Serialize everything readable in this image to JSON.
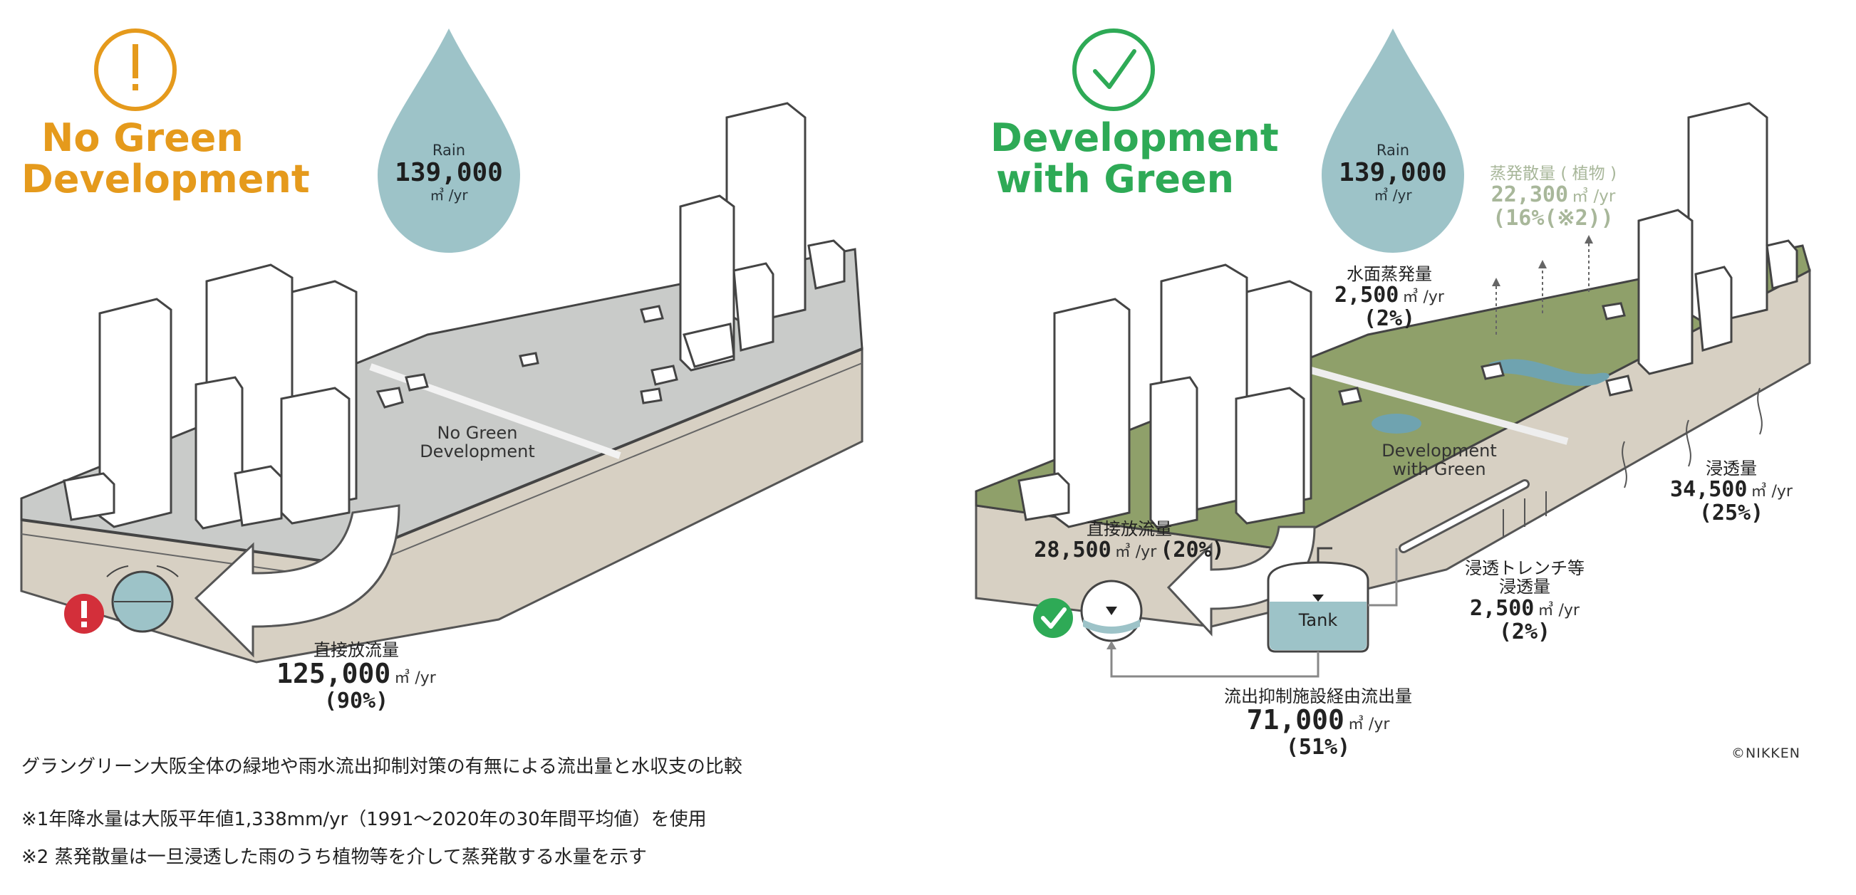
{
  "left": {
    "title_line1": "No Green",
    "title_line2": "Development",
    "title_color": "#e59a1c",
    "icon": "exclamation-circle-icon",
    "rain_label": "Rain",
    "rain_value": "139,000",
    "rain_unit": "㎥ /yr",
    "zone_label_line1": "No Green",
    "zone_label_line2": "Development",
    "runoff_label": "直接放流量",
    "runoff_value": "125,000",
    "runoff_unit": "㎥ /yr",
    "runoff_pct": "(90%)",
    "warning_icon": "warning-icon",
    "warning_color": "#d32f3a"
  },
  "right": {
    "title_line1": "Development",
    "title_line2": "with Green",
    "title_color": "#2eaa56",
    "icon": "check-circle-icon",
    "rain_label": "Rain",
    "rain_value": "139,000",
    "rain_unit": "㎥ /yr",
    "plant_label": "蒸発散量 ( 植物 )",
    "plant_value": "22,300",
    "plant_unit": "㎥ /yr",
    "plant_pct": "(16%(※2))",
    "water_evap_label": "水面蒸発量",
    "water_evap_value": "2,500",
    "water_evap_unit": "㎥ /yr",
    "water_evap_pct": "(2%)",
    "zone_label_line1": "Development",
    "zone_label_line2": "with Green",
    "infil_label": "浸透量",
    "infil_value": "34,500",
    "infil_unit": "㎥ /yr",
    "infil_pct": "(25%)",
    "direct_label": "直接放流量",
    "direct_value": "28,500",
    "direct_unit": "㎥ /yr",
    "direct_pct": "(20%)",
    "trench_label_line1": "浸透トレンチ等",
    "trench_label_line2": "浸透量",
    "trench_value": "2,500",
    "trench_unit": "㎥ /yr",
    "trench_pct": "(2%)",
    "tank_label": "Tank",
    "facility_label": "流出抑制施設経由流出量",
    "facility_value": "71,000",
    "facility_unit": "㎥ /yr",
    "facility_pct": "(51%)",
    "ok_icon": "ok-check-icon",
    "ok_color": "#2eaa56"
  },
  "copyright": "©NIKKEN",
  "notes": {
    "caption": "グラングリーン大阪全体の緑地や雨水流出抑制対策の有無による流出量と水収支の比較",
    "note1": "※1年降水量は大阪平年値1,338mm/yr（1991～2020年の30年間平均値）を使用",
    "note2": "※2 蒸発散量は一旦浸透した雨のうち植物等を介して蒸発散する水量を示す"
  },
  "colors": {
    "rain_drop": "#9dc3c8",
    "grass": "#8fa06a",
    "paving": "#c9cbc9",
    "soil": "#d7d0c3"
  }
}
